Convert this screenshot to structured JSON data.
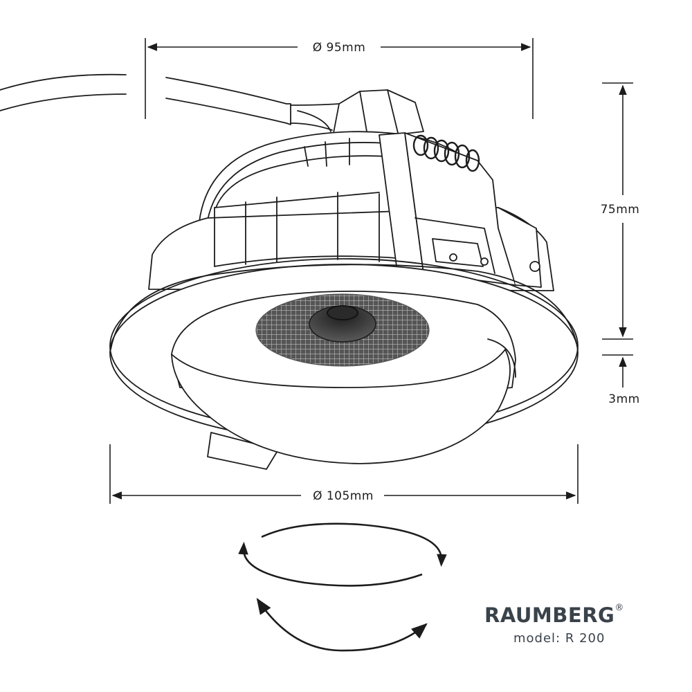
{
  "dimensions": {
    "top_diameter": "Ø 95mm",
    "height": "75mm",
    "flange_thickness": "3mm",
    "bottom_diameter": "Ø 105mm"
  },
  "brand": {
    "name": "RAUMBERG",
    "registered_mark": "®",
    "model": "model: R 200"
  },
  "icons": [
    "horizontal-rotation-arrows-icon",
    "tilt-arrow-icon"
  ],
  "colors": {
    "line": "#1c1c1c",
    "brand": "#3a424a"
  }
}
